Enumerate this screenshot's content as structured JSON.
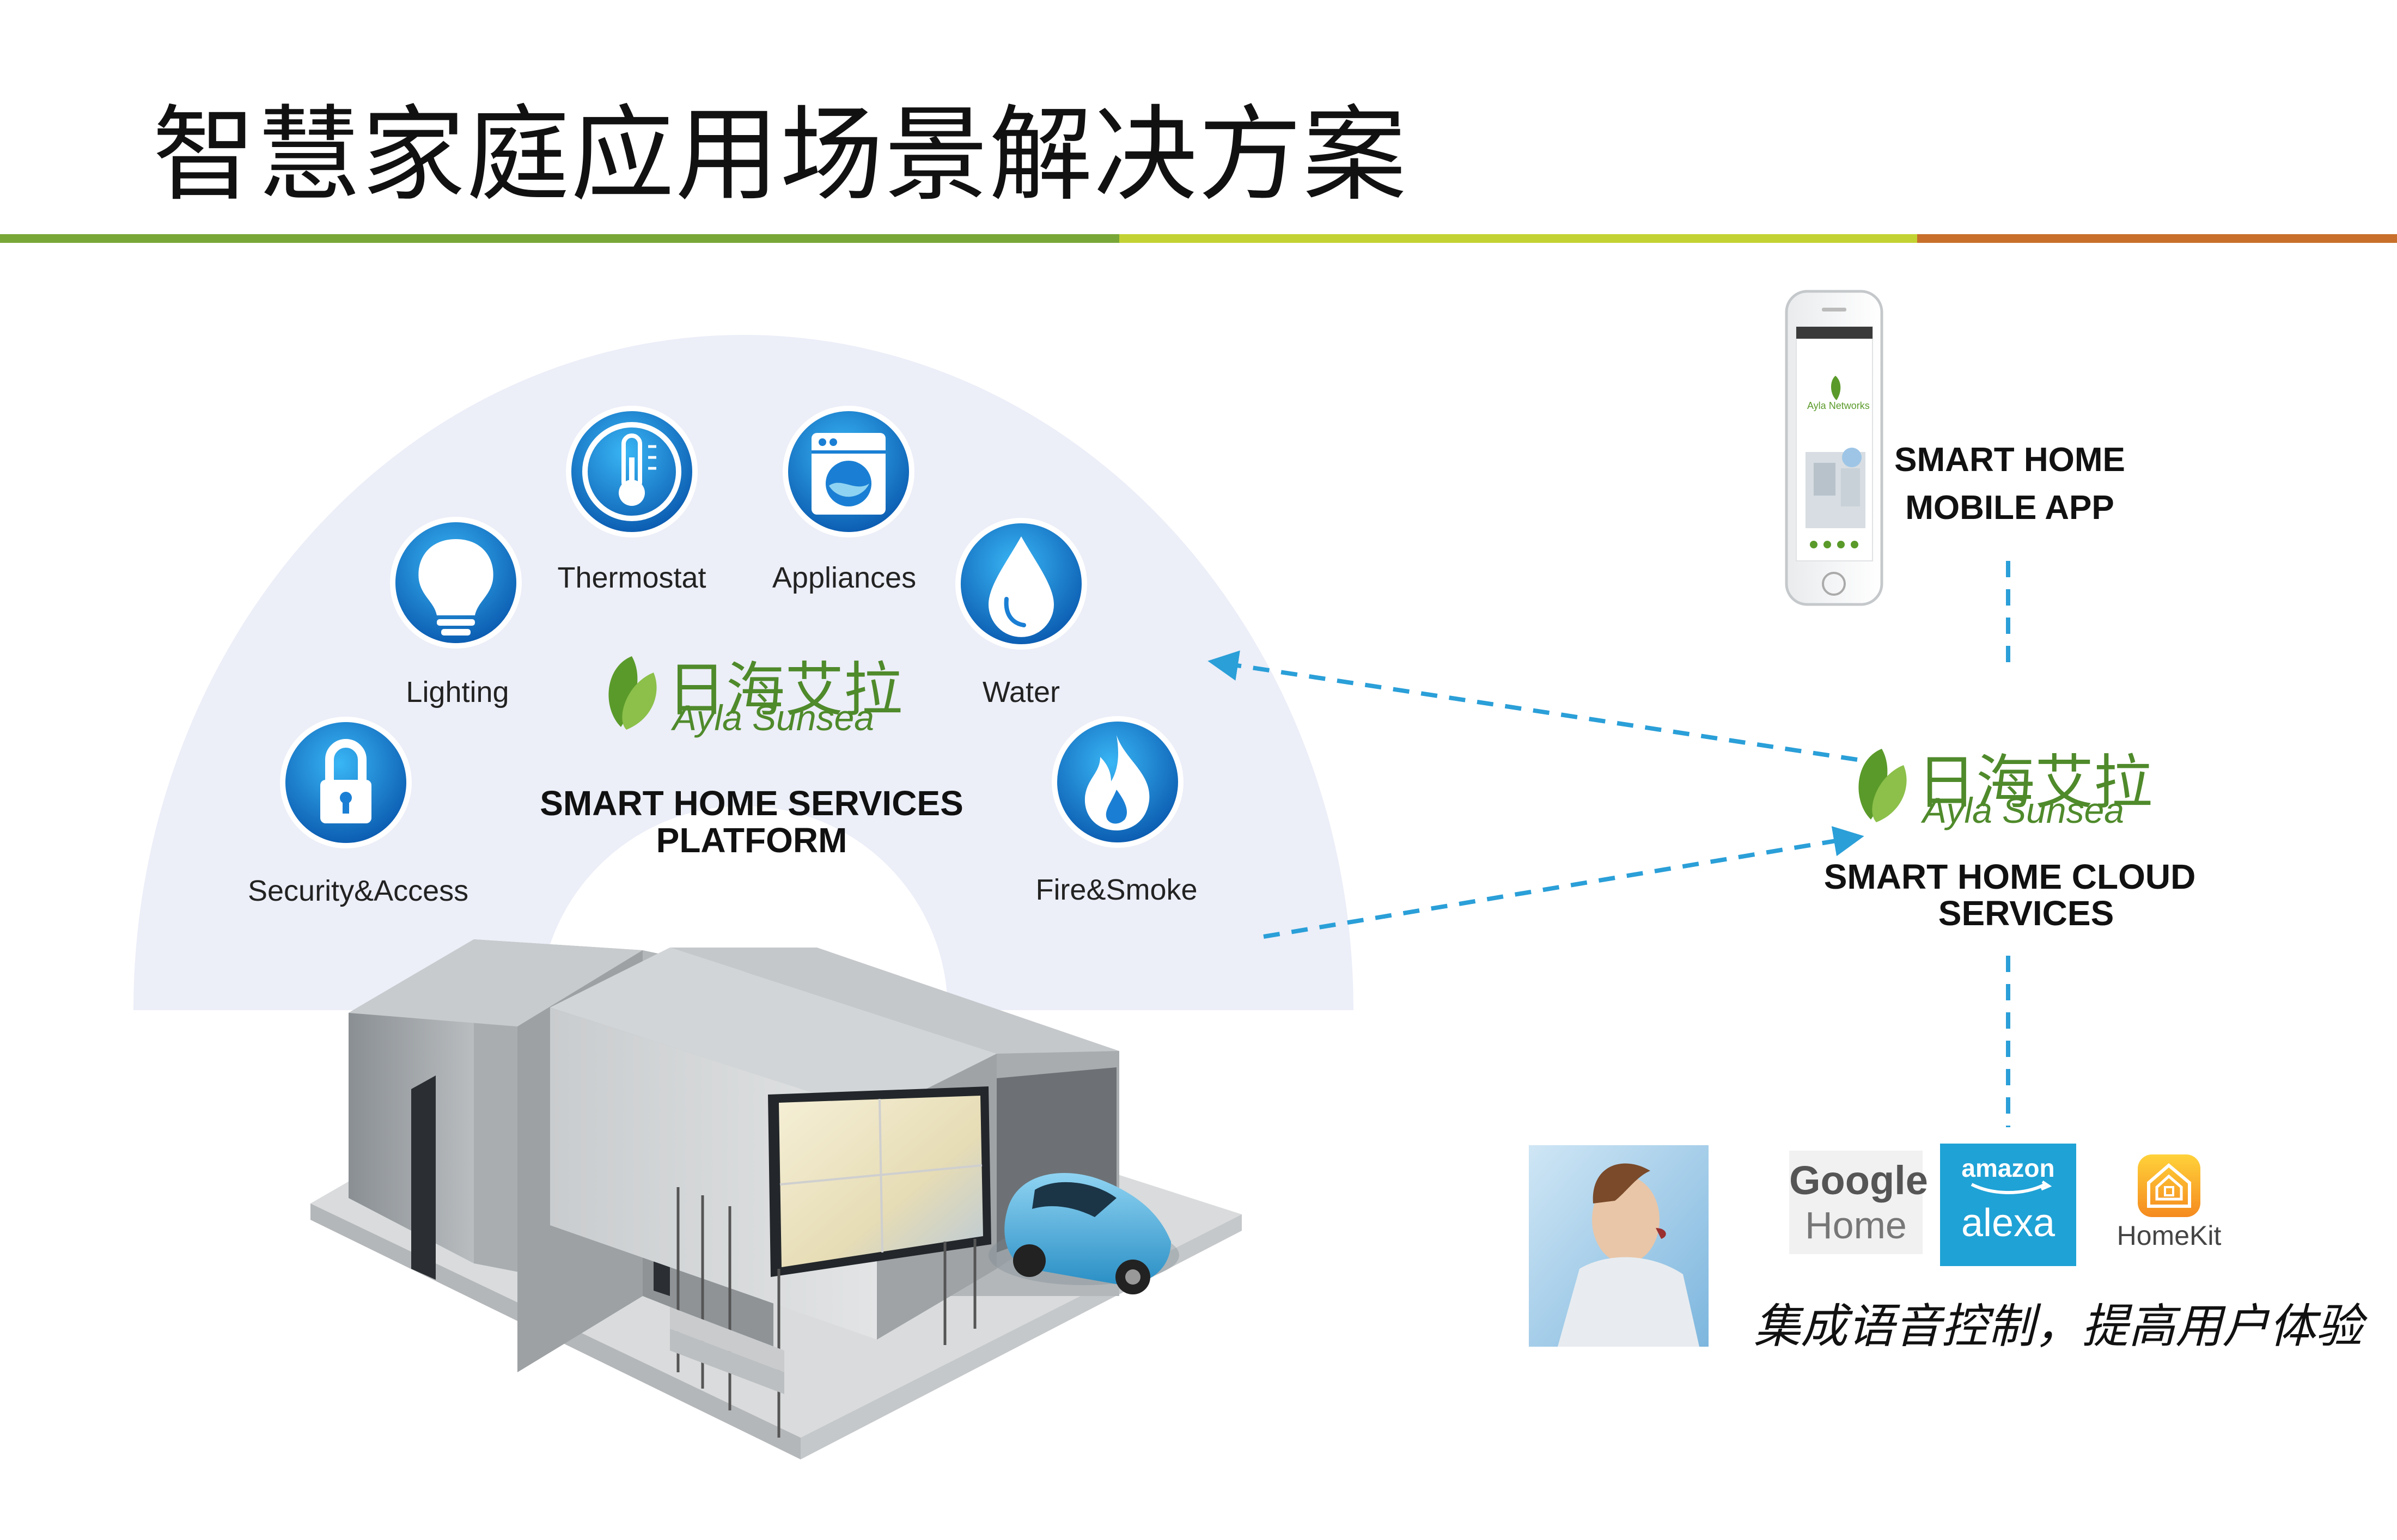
{
  "header": {
    "title": "智慧家庭应用场景解决方案",
    "bar_colors": [
      "#79a737",
      "#c3d233",
      "#c8702b"
    ]
  },
  "platform": {
    "brand_cn": "日海艾拉",
    "brand_en": "Ayla Sunsea",
    "label_line1": "SMART HOME SERVICES",
    "label_line2": "PLATFORM",
    "devices": [
      {
        "label": "Security&Access",
        "icon": "lock-icon"
      },
      {
        "label": "Lighting",
        "icon": "lightbulb-icon"
      },
      {
        "label": "Thermostat",
        "icon": "thermometer-icon"
      },
      {
        "label": "Appliances",
        "icon": "washing-machine-icon"
      },
      {
        "label": "Water",
        "icon": "water-drop-icon"
      },
      {
        "label": "Fire&Smoke",
        "icon": "flame-icon"
      }
    ]
  },
  "cloud": {
    "brand_cn": "日海艾拉",
    "brand_en": "Ayla Sunsea",
    "label_line1": "SMART HOME CLOUD",
    "label_line2": "SERVICES"
  },
  "mobile": {
    "label_line1": "SMART HOME",
    "label_line2": "MOBILE APP",
    "screen_text": "Ayla Networks"
  },
  "voice": {
    "google_line1": "Google",
    "google_line2": "Home",
    "amazon_line1": "amazon",
    "amazon_line2": "alexa",
    "homekit": "HomeKit",
    "caption": "集成语音控制，提高用户体验"
  },
  "colors": {
    "icon_blue": "#1a7fd4",
    "arrow_blue": "#2a9fd8",
    "leaf_green": "#5a9a2a",
    "brand_green": "#4f8a2b",
    "arc_fill": "#eceef8",
    "alexa_blue": "#1fa2d6"
  }
}
